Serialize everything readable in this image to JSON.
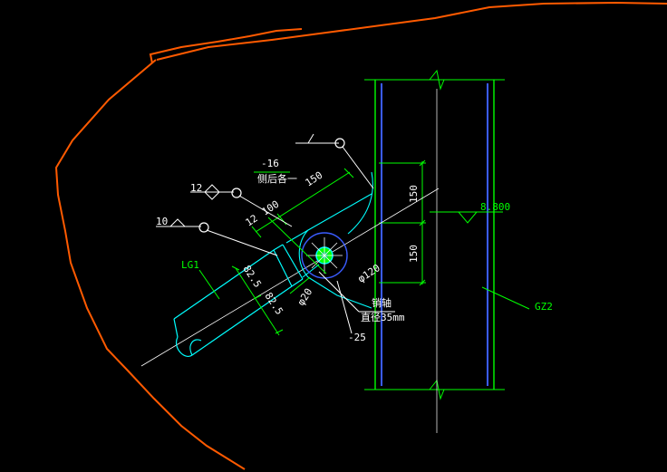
{
  "colors": {
    "background": "#000000",
    "green": "#00ff00",
    "cyan": "#00ffff",
    "blue": "#3a5cff",
    "white": "#ffffff",
    "orange": "#ff5a00"
  },
  "labels": {
    "column": "GZ2",
    "brace": "LG1",
    "elevation": "8.800",
    "plate_thk": "-16",
    "plate_note": "侧后各一",
    "dim_150_diag": "150",
    "dim_100": "100",
    "dim_12": "12",
    "dim_150_v1": "150",
    "dim_150_v2": "150",
    "dim_825_a": "82.5",
    "dim_825_b": "82.5",
    "dim_phi20": "φ20",
    "dim_phi120": "φ120",
    "pin_label": "销轴",
    "pin_dia": "直径35mm",
    "plate_25": "-25",
    "weld_12": "12",
    "weld_10": "10"
  }
}
